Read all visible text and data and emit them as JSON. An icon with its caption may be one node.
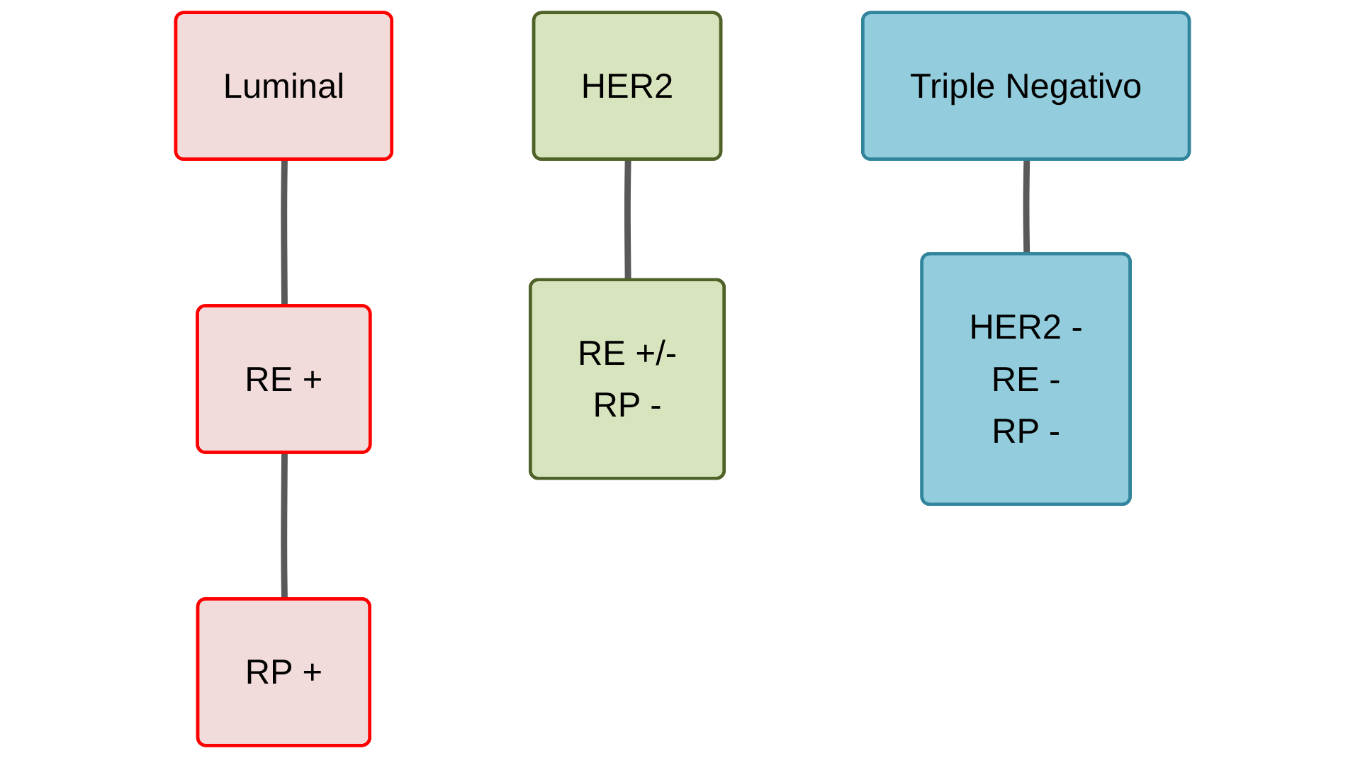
{
  "diagram": {
    "nodes": [
      {
        "text": [
          "Luminal"
        ]
      },
      {
        "text": [
          "RE +"
        ]
      },
      {
        "text": [
          "RP +"
        ]
      },
      {
        "text": [
          "HER2"
        ]
      },
      {
        "text": [
          "RE +/-",
          "RP -"
        ]
      },
      {
        "text": [
          "Triple Negativo"
        ]
      },
      {
        "text": [
          "HER2 -",
          "RE -",
          "RP -"
        ]
      }
    ],
    "edges": [
      {
        "from": 0,
        "to": 1,
        "arrow": "none"
      },
      {
        "from": 1,
        "to": 2,
        "arrow": "none"
      },
      {
        "from": 3,
        "to": 4,
        "arrow": "none"
      },
      {
        "from": 5,
        "to": 6,
        "arrow": "none"
      }
    ]
  }
}
